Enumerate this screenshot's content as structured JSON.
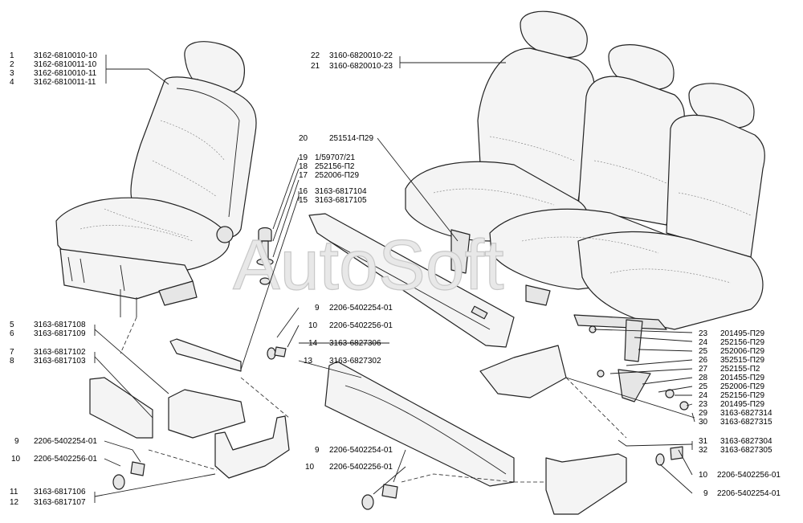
{
  "watermark": "AutoSoft",
  "callouts": [
    {
      "id": "c1",
      "num": "1",
      "part": "3162-6810010-10"
    },
    {
      "id": "c2",
      "num": "2",
      "part": "3162-6810011-10"
    },
    {
      "id": "c3",
      "num": "3",
      "part": "3162-6810010-11"
    },
    {
      "id": "c4",
      "num": "4",
      "part": "3162-6810011-11"
    },
    {
      "id": "c22",
      "num": "22",
      "part": "3160-6820010-22"
    },
    {
      "id": "c21",
      "num": "21",
      "part": "3160-6820010-23"
    },
    {
      "id": "c20",
      "num": "20",
      "part": "251514-П29"
    },
    {
      "id": "c19",
      "num": "19",
      "part": "1/59707/21"
    },
    {
      "id": "c18",
      "num": "18",
      "part": "252156-П2"
    },
    {
      "id": "c17",
      "num": "17",
      "part": "252006-П29"
    },
    {
      "id": "c16",
      "num": "16",
      "part": "3163-6817104"
    },
    {
      "id": "c15",
      "num": "15",
      "part": "3163-6817105"
    },
    {
      "id": "c9a",
      "num": "9",
      "part": "2206-5402254-01"
    },
    {
      "id": "c10a",
      "num": "10",
      "part": "2206-5402256-01"
    },
    {
      "id": "c14",
      "num": "14",
      "part": "3163-6827306"
    },
    {
      "id": "c13",
      "num": "13",
      "part": "3163-6827302"
    },
    {
      "id": "c5",
      "num": "5",
      "part": "3163-6817108"
    },
    {
      "id": "c6",
      "num": "6",
      "part": "3163-6817109"
    },
    {
      "id": "c7",
      "num": "7",
      "part": "3163-6817102"
    },
    {
      "id": "c8",
      "num": "8",
      "part": "3163-6817103"
    },
    {
      "id": "c9b",
      "num": "9",
      "part": "2206-5402254-01"
    },
    {
      "id": "c10b",
      "num": "10",
      "part": "2206-5402256-01"
    },
    {
      "id": "c11",
      "num": "11",
      "part": "3163-6817106"
    },
    {
      "id": "c12",
      "num": "12",
      "part": "3163-6817107"
    },
    {
      "id": "c9c",
      "num": "9",
      "part": "2206-5402254-01"
    },
    {
      "id": "c10c",
      "num": "10",
      "part": "2206-5402256-01"
    },
    {
      "id": "c23a",
      "num": "23",
      "part": "201495-П29"
    },
    {
      "id": "c24a",
      "num": "24",
      "part": "252156-П29"
    },
    {
      "id": "c25a",
      "num": "25",
      "part": "252006-П29"
    },
    {
      "id": "c26",
      "num": "26",
      "part": "352515-П29"
    },
    {
      "id": "c27",
      "num": "27",
      "part": "252155-П2"
    },
    {
      "id": "c28",
      "num": "28",
      "part": "201455-П29"
    },
    {
      "id": "c25b",
      "num": "25",
      "part": "252006-П29"
    },
    {
      "id": "c24b",
      "num": "24",
      "part": "252156-П29"
    },
    {
      "id": "c23b",
      "num": "23",
      "part": "201495-П29"
    },
    {
      "id": "c29",
      "num": "29",
      "part": "3163-6827314"
    },
    {
      "id": "c30",
      "num": "30",
      "part": "3163-6827315"
    },
    {
      "id": "c31",
      "num": "31",
      "part": "3163-6827304"
    },
    {
      "id": "c32",
      "num": "32",
      "part": "3163-6827305"
    },
    {
      "id": "c10d",
      "num": "10",
      "part": "2206-5402256-01"
    },
    {
      "id": "c9d",
      "num": "9",
      "part": "2206-5402254-01"
    }
  ]
}
